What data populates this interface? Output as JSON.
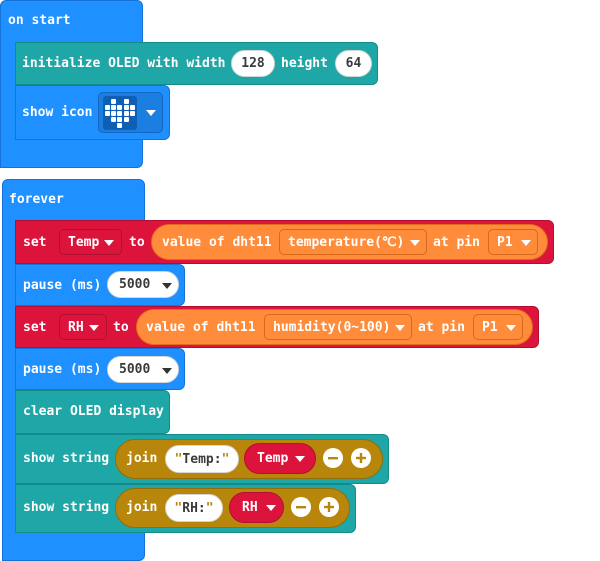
{
  "on_start": {
    "label": "on start",
    "oled": {
      "label": "initialize OLED with width",
      "width": "128",
      "height_label": "height",
      "height": "64"
    },
    "icon": {
      "label": "show icon",
      "icon": "heart-icon"
    }
  },
  "forever": {
    "label": "forever",
    "set_temp": {
      "set_label": "set",
      "var": "Temp",
      "to_label": "to",
      "value_label": "value of dht11",
      "sensor": "temperature(℃)",
      "pin_label": "at pin",
      "pin": "P1"
    },
    "pause1": {
      "label": "pause (ms)",
      "value": "5000"
    },
    "set_rh": {
      "set_label": "set",
      "var": "RH",
      "to_label": "to",
      "value_label": "value of dht11",
      "sensor": "humidity(0~100)",
      "pin_label": "at pin",
      "pin": "P1"
    },
    "pause2": {
      "label": "pause (ms)",
      "value": "5000"
    },
    "clear": {
      "label": "clear OLED display"
    },
    "show1": {
      "label": "show string",
      "join_label": "join",
      "text": "Temp:",
      "var": "Temp"
    },
    "show2": {
      "label": "show string",
      "join_label": "join",
      "text": "RH:",
      "var": "RH"
    }
  },
  "colors": {
    "basic": "#1e90ff",
    "oled": "#1fa6a6",
    "variables": "#dc143c",
    "sensor": "#ff8c3a",
    "text": "#b8860b"
  }
}
